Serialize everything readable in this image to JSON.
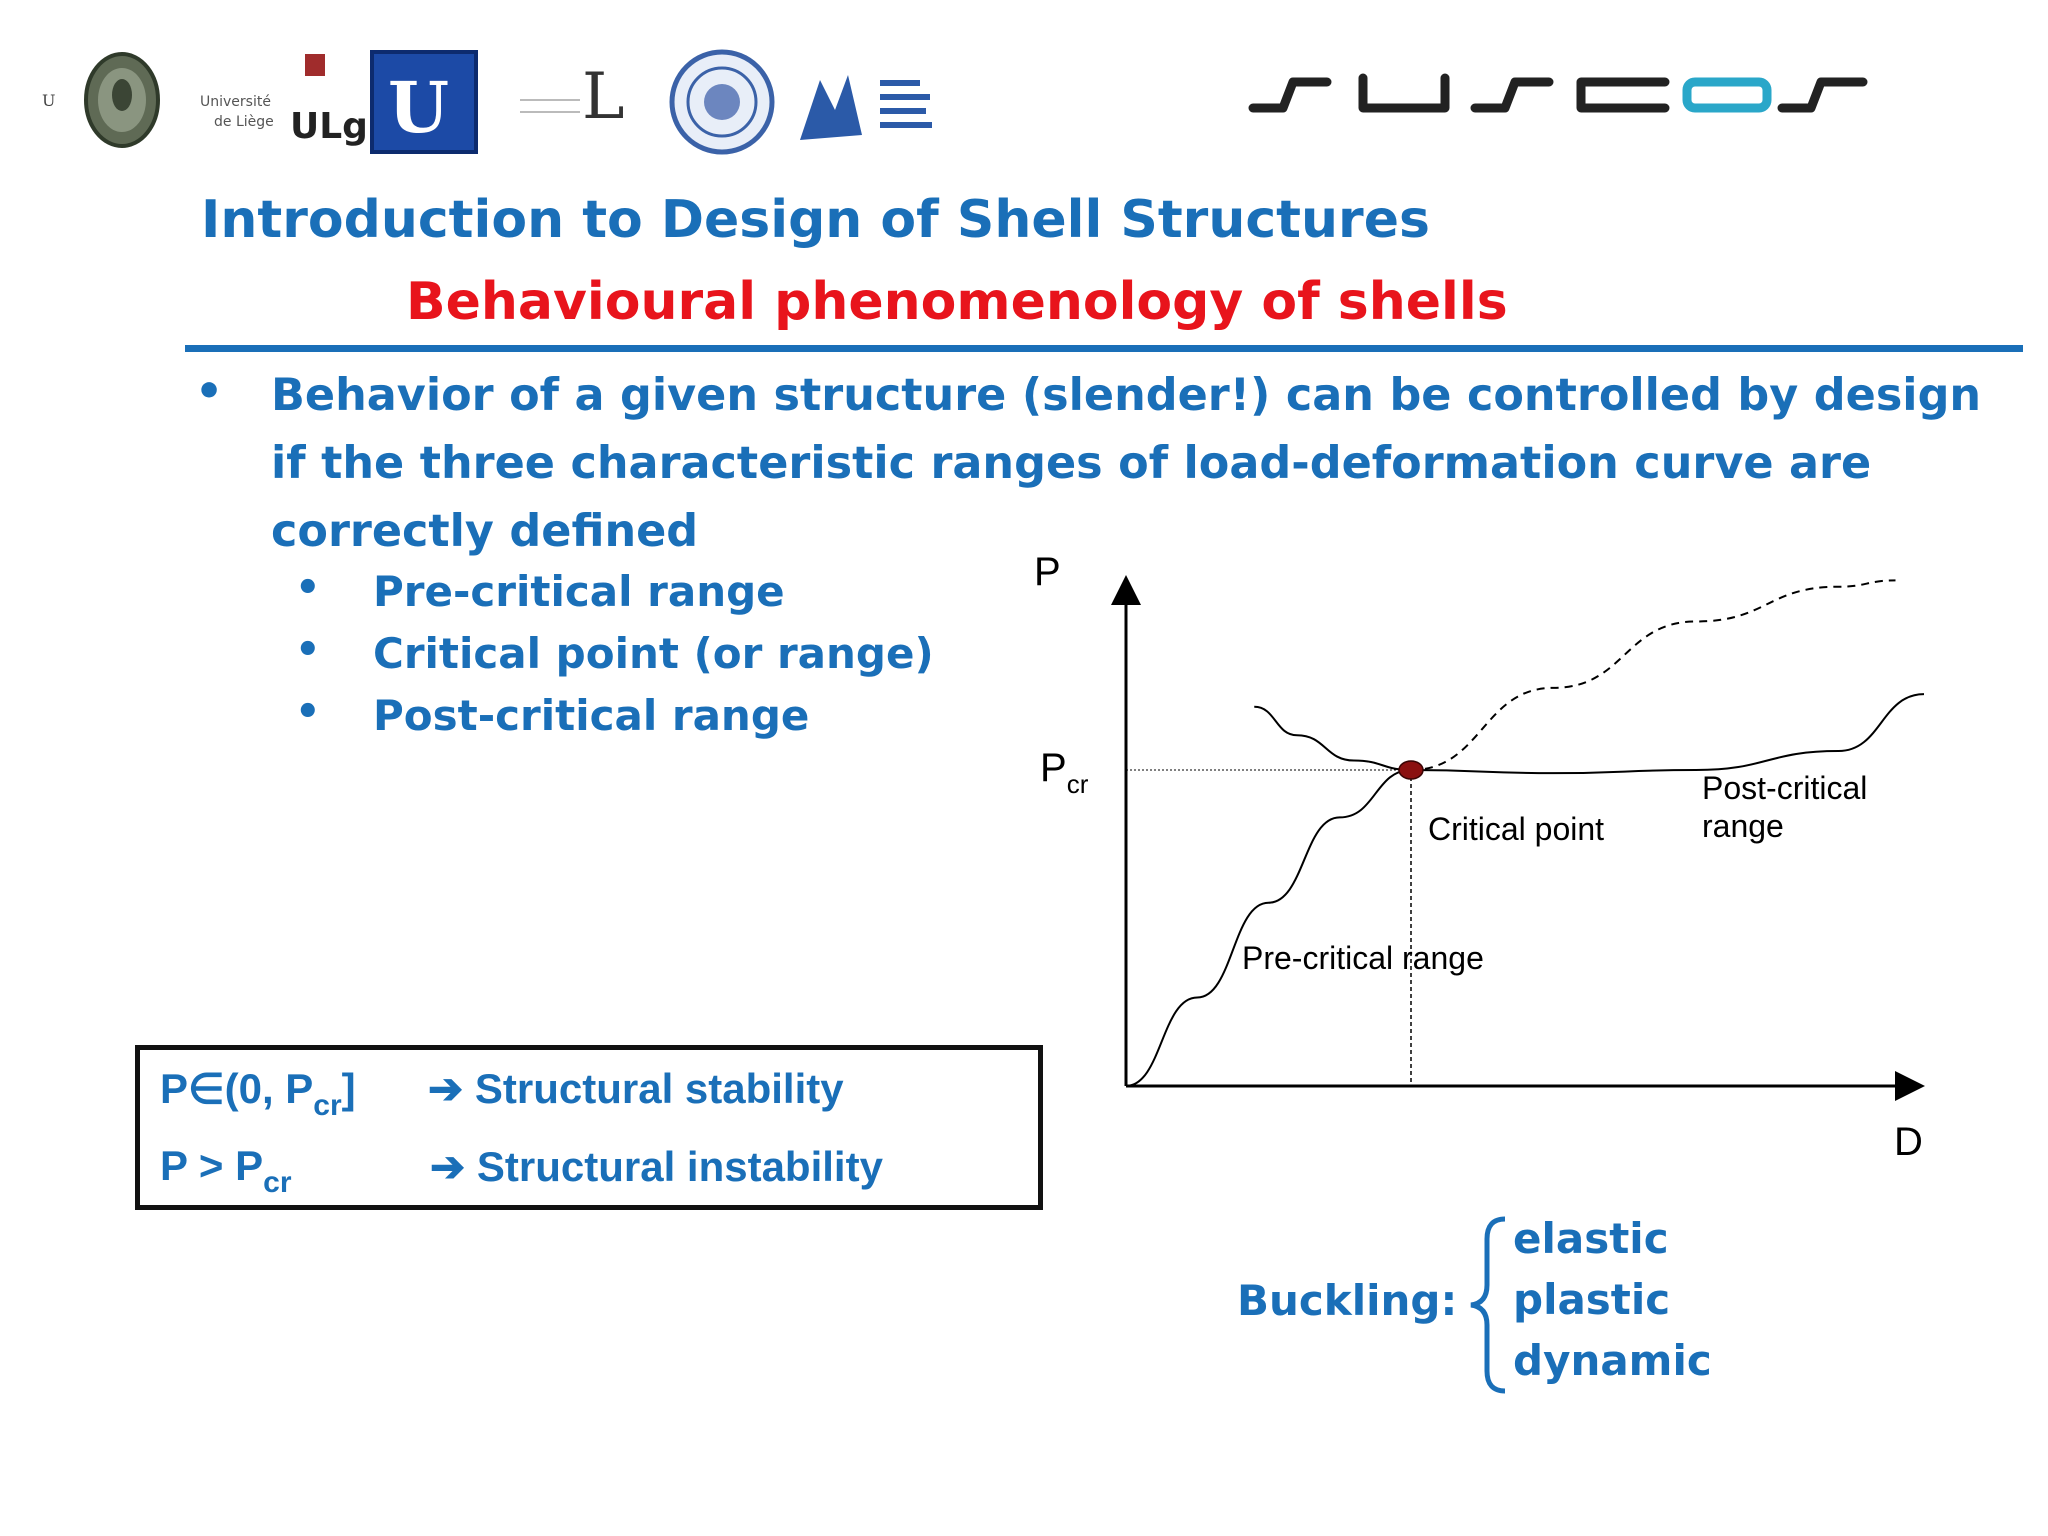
{
  "colors": {
    "title_blue": "#1a6fb8",
    "subtitle_red": "#e8141c",
    "logo_teal": "#2aa7c9"
  },
  "header": {
    "logos": {
      "logo1_mark": "U",
      "logo3_text1": "Université",
      "logo3_text2": "de Liège",
      "logo3_mark": "ULg",
      "logo4_mark": "U",
      "logo5_mark": "L"
    },
    "title": "Introduction to Design of Shell Structures",
    "subtitle": "Behavioural phenomenology of shells"
  },
  "content": {
    "bullet_symbol": "•",
    "main_bullet": "Behavior of a given structure (slender!) can be controlled by design if the three characteristic ranges of load-deformation curve are correctly defined",
    "sub_bullets": [
      "Pre-critical range",
      "Critical point (or range)",
      "Post-critical range"
    ],
    "stability_box": {
      "row1_prefix": "P∈(0, P",
      "row1_sub": "cr",
      "row1_suffix": "]",
      "row1_result": "➔ Structural stability",
      "row2_prefix": "P > P",
      "row2_sub": "cr",
      "row2_result": "➔ Structural instability"
    },
    "buckling": {
      "label": "Buckling:",
      "types": [
        "elastic",
        "plastic",
        "dynamic"
      ]
    }
  },
  "chart_data": {
    "type": "line",
    "xlabel": "D",
    "ylabel": "P",
    "y_tick_main": "P",
    "y_tick_sub": "cr",
    "annotations": [
      "Critical point",
      "Post-critical",
      "range",
      "Pre-critical range"
    ],
    "critical_point": {
      "x": 1,
      "y": 1
    },
    "series": [
      {
        "style": "solid",
        "x": [
          0,
          0.25,
          0.5,
          0.75,
          1.0
        ],
        "y": [
          0,
          0.28,
          0.58,
          0.85,
          1.0
        ]
      },
      {
        "style": "solid",
        "x": [
          0.45,
          0.6,
          0.8,
          1.0,
          1.5,
          2.0,
          2.5,
          2.8
        ],
        "y": [
          1.2,
          1.11,
          1.03,
          1.0,
          0.99,
          1.0,
          1.06,
          1.24
        ]
      },
      {
        "style": "dashed",
        "x": [
          1.0,
          1.5,
          2.0,
          2.5,
          2.7
        ],
        "y": [
          1.0,
          1.26,
          1.47,
          1.58,
          1.6
        ]
      }
    ]
  }
}
